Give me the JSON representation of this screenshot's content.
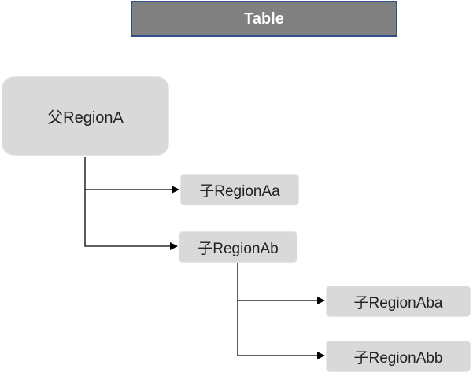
{
  "title": "Table",
  "nodes": {
    "parent": "父RegionA",
    "child_aa": "子RegionAa",
    "child_ab": "子RegionAb",
    "child_aba": "子RegionAba",
    "child_abb": "子RegionAbb"
  },
  "colors": {
    "header_fill": "#808080",
    "header_border": "#2f4f8f",
    "node_fill": "#d9d9d9",
    "line": "#000000"
  }
}
